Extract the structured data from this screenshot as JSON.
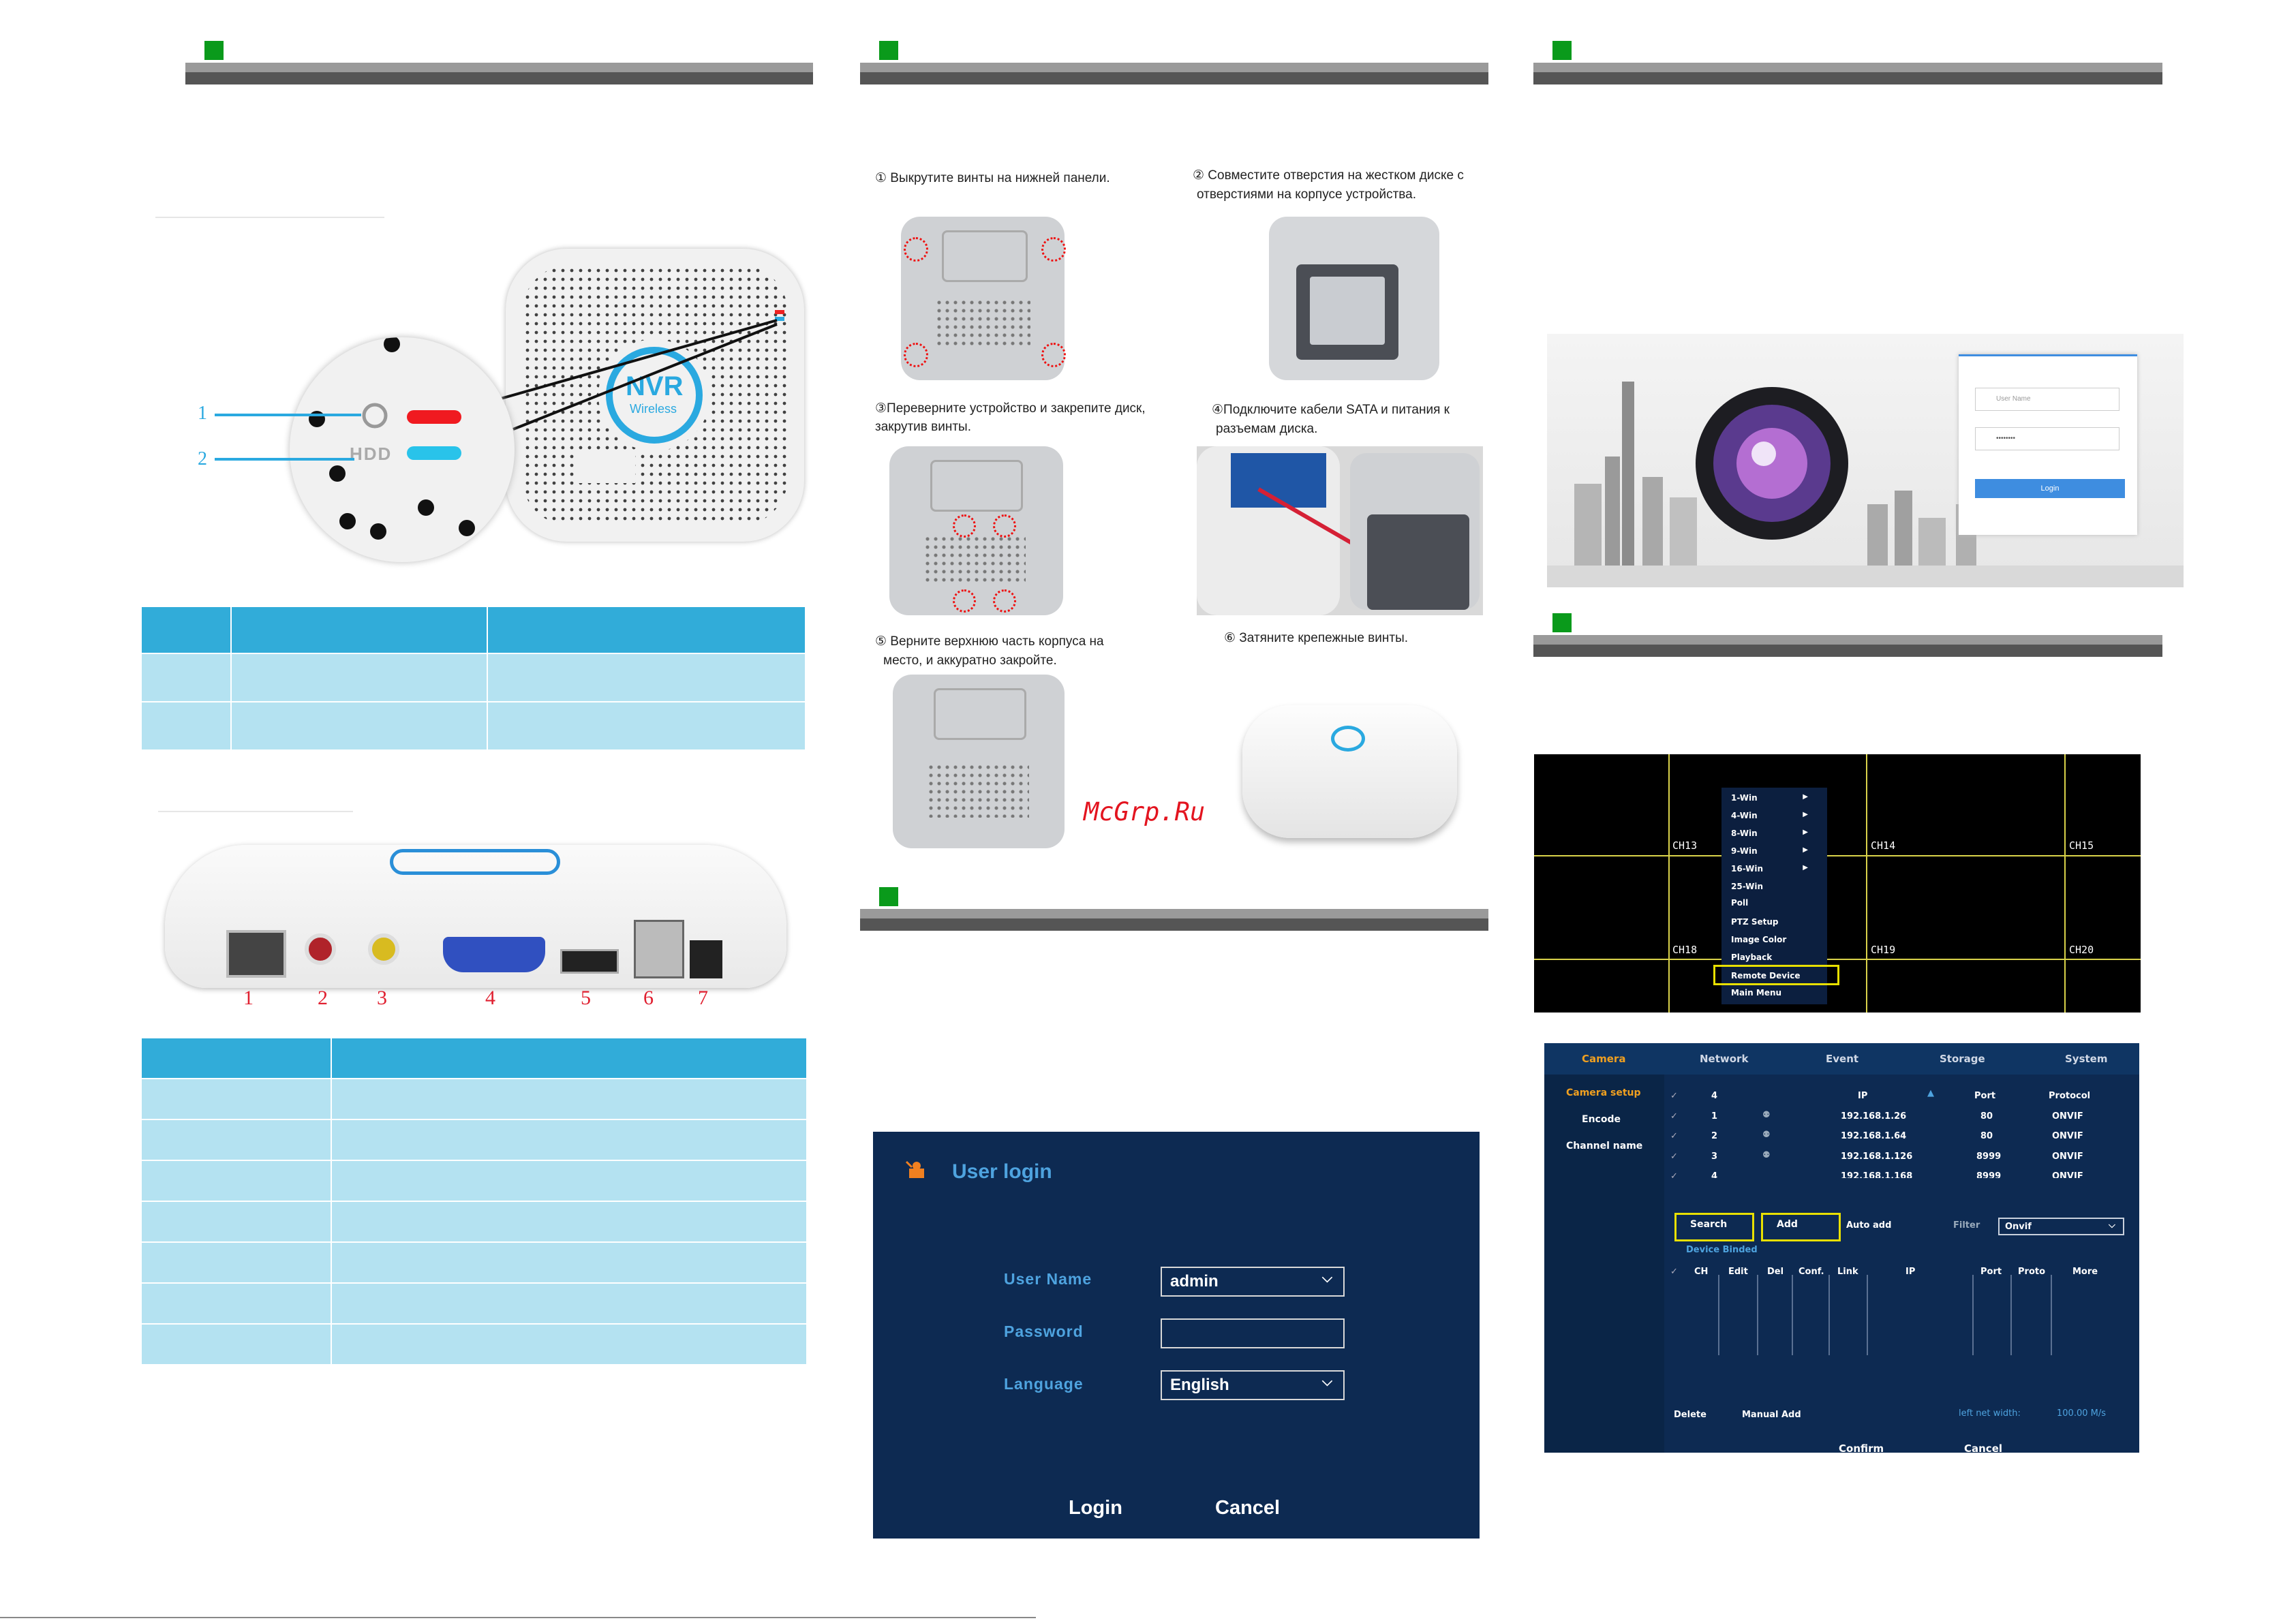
{
  "assembly": {
    "step1": "① Выкрутите винты на нижней панели.",
    "step2_l1": "② Совместите отверстия на жестком диске с",
    "step2_l2": "отверстиями на корпусе устройства.",
    "step3_l1": "③Переверните устройство и закрепите диск,",
    "step3_l2": "закрутив винты.",
    "step4_l1": "④Подключите кабели SATA и питания к",
    "step4_l2": "разъемам диска.",
    "step5_l1": "⑤ Верните верхнюю часть корпуса на",
    "step5_l2": "место, и аккуратно закройте.",
    "step6": "⑥  Затяните крепежные винты."
  },
  "watermark": "McGrp.Ru",
  "front_panel": {
    "callouts": [
      "1",
      "2"
    ],
    "logo": "NVR",
    "logo_sub": "Wireless",
    "hdd_label": "HDD"
  },
  "rear_panel": {
    "port_numbers": [
      "1",
      "2",
      "3",
      "4",
      "5",
      "6",
      "7"
    ]
  },
  "user_login": {
    "title": "User login",
    "user_name_label": "User Name",
    "user_name_value": "admin",
    "password_label": "Password",
    "password_value": "",
    "language_label": "Language",
    "language_value": "English",
    "login_btn": "Login",
    "cancel_btn": "Cancel"
  },
  "web_login": {
    "user_placeholder": "User Name",
    "password_mask": "••••••••",
    "login_btn": "Login"
  },
  "camera_grid": {
    "channels": [
      "CH13",
      "CH14",
      "CH15",
      "CH18",
      "CH19",
      "CH20"
    ],
    "menu": [
      {
        "label": "1-Win",
        "arrow": true
      },
      {
        "label": "4-Win",
        "arrow": true
      },
      {
        "label": "8-Win",
        "arrow": true
      },
      {
        "label": "9-Win",
        "arrow": true
      },
      {
        "label": "16-Win",
        "arrow": true
      },
      {
        "label": "25-Win",
        "arrow": false
      },
      {
        "label": "Poll",
        "arrow": false
      },
      {
        "label": "PTZ Setup",
        "arrow": false
      },
      {
        "label": "Image Color",
        "arrow": false
      },
      {
        "label": "Playback",
        "arrow": false
      },
      {
        "label": "Remote Device",
        "arrow": false,
        "selected": true
      },
      {
        "label": "Main Menu",
        "arrow": false
      }
    ]
  },
  "camera_setup": {
    "tabs": [
      "Camera",
      "Network",
      "Event",
      "Storage",
      "System"
    ],
    "sidebar": [
      "Camera setup",
      "Encode",
      "Channel name"
    ],
    "columns": {
      "count": "4",
      "ip": "IP",
      "port": "Port",
      "protocol": "Protocol"
    },
    "rows": [
      {
        "no": "1",
        "ip": "192.168.1.26",
        "port": "80",
        "protocol": "ONVIF"
      },
      {
        "no": "2",
        "ip": "192.168.1.64",
        "port": "80",
        "protocol": "ONVIF"
      },
      {
        "no": "3",
        "ip": "192.168.1.126",
        "port": "8999",
        "protocol": "ONVIF"
      },
      {
        "no": "4",
        "ip": "192.168.1.168",
        "port": "8999",
        "protocol": "ONVIF"
      }
    ],
    "search_btn": "Search",
    "add_btn": "Add",
    "auto_add": "Auto add",
    "filter_label": "Filter",
    "filter_value": "Onvif",
    "device_binded": "Device Binded",
    "bound_columns": [
      "CH",
      "Edit",
      "Del",
      "Conf.",
      "Link",
      "IP",
      "Port",
      "Proto",
      "More"
    ],
    "delete_btn": "Delete",
    "manual_add_btn": "Manual Add",
    "net_width_label": "left net width:",
    "net_width_value": "100.00 M/s",
    "confirm_btn": "Confirm",
    "cancel_btn": "Cancel"
  },
  "colors": {
    "header_green": "#0a9a1b",
    "table_head": "#31acd9",
    "table_row": "#b4e2f1",
    "login_bg": "#0d2a52",
    "label_blue": "#4ea3df"
  }
}
